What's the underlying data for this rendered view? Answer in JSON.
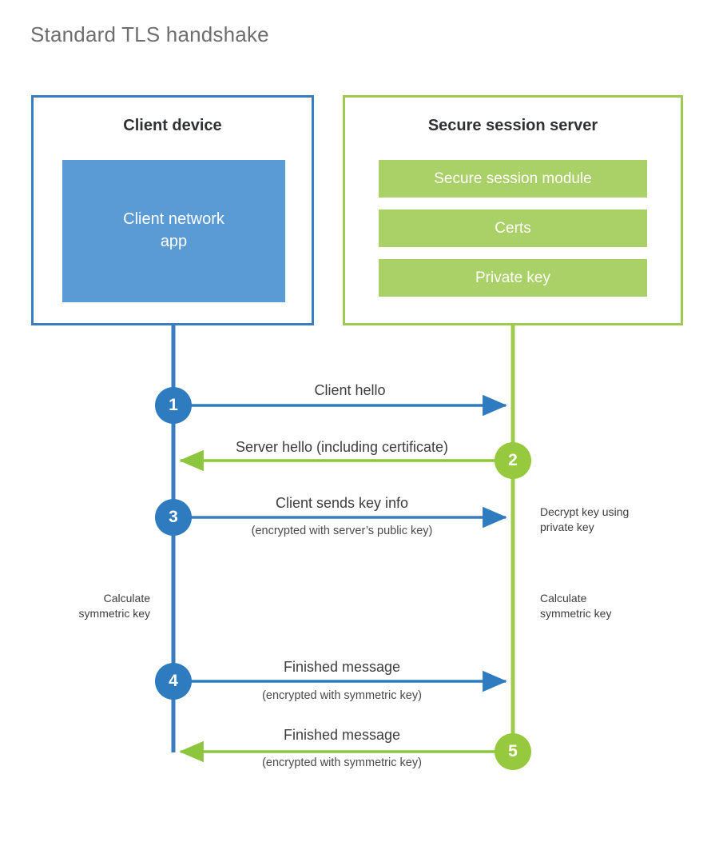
{
  "diagram": {
    "title": "Standard TLS handshake",
    "colors": {
      "client_accent": "#3a7cc0",
      "client_fill": "#5b9bd5",
      "client_bubble": "#2f7bbf",
      "server_accent": "#9ecb4f",
      "server_fill": "#a9d168",
      "server_bubble": "#96c93d",
      "title_text": "#6e6e6e",
      "body_text": "#3d3d3d",
      "background": "#ffffff"
    },
    "parties": [
      {
        "id": "client",
        "title": "Client device",
        "blocks": [
          {
            "label": "Client network\napp",
            "label_line1": "Client network",
            "label_line2": "app"
          }
        ]
      },
      {
        "id": "server",
        "title": "Secure session server",
        "blocks": [
          {
            "label": "Secure session module"
          },
          {
            "label": "Certs"
          },
          {
            "label": "Private key"
          }
        ]
      }
    ],
    "steps": [
      {
        "number": "1",
        "label": "Client hello",
        "sublabel": "",
        "from": "client",
        "to": "server",
        "color": "blue"
      },
      {
        "number": "2",
        "label": "Server hello (including certificate)",
        "sublabel": "",
        "from": "server",
        "to": "client",
        "color": "green"
      },
      {
        "number": "3",
        "label": "Client sends key info",
        "sublabel": "(encrypted with server’s public key)",
        "from": "client",
        "to": "server",
        "color": "blue"
      },
      {
        "number": "4",
        "label": "Finished message",
        "sublabel": "(encrypted with symmetric key)",
        "from": "client",
        "to": "server",
        "color": "blue"
      },
      {
        "number": "5",
        "label": "Finished message",
        "sublabel": "(encrypted with symmetric key)",
        "from": "server",
        "to": "client",
        "color": "green"
      }
    ],
    "annotations": [
      {
        "id": "decrypt-key",
        "text": "Decrypt key using\nprivate key",
        "side": "server"
      },
      {
        "id": "client-calculate-symmetric-key",
        "text": "Calculate\nsymmetric key",
        "side": "client"
      },
      {
        "id": "server-calculate-symmetric-key",
        "text": "Calculate\nsymmetric key",
        "side": "server"
      }
    ]
  }
}
